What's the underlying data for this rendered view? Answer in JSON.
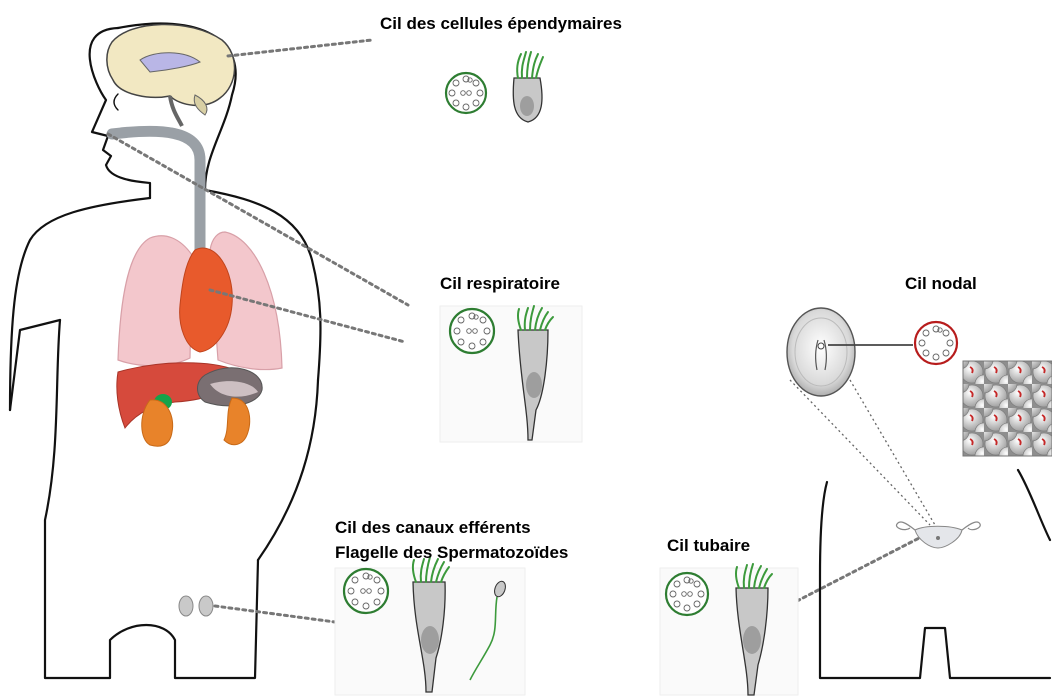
{
  "labels": {
    "ependymal_cilium": "Cil des cellules épendymaires",
    "respiratory_cilium": "Cil respiratoire",
    "nodal_cilium": "Cil nodal",
    "efferent_duct_cilium": "Cil des canaux efférents",
    "sperm_flagellum": "Flagelle des Spermatozoïdes",
    "tubal_cilium": "Cil tubaire"
  },
  "colors": {
    "motile_axoneme_ring": "#2e7d32",
    "nodal_axoneme_ring": "#b71c1c",
    "cilia": "#3c9a3c",
    "cell_body": "#c8c8c8",
    "outline": "#222222",
    "lungs": "#f3c7cc",
    "heart": "#e85a2c",
    "liver": "#d64a3c",
    "kidneys": "#e8832a",
    "brain": "#f2e8c2",
    "airway": "#9aa0a6"
  }
}
